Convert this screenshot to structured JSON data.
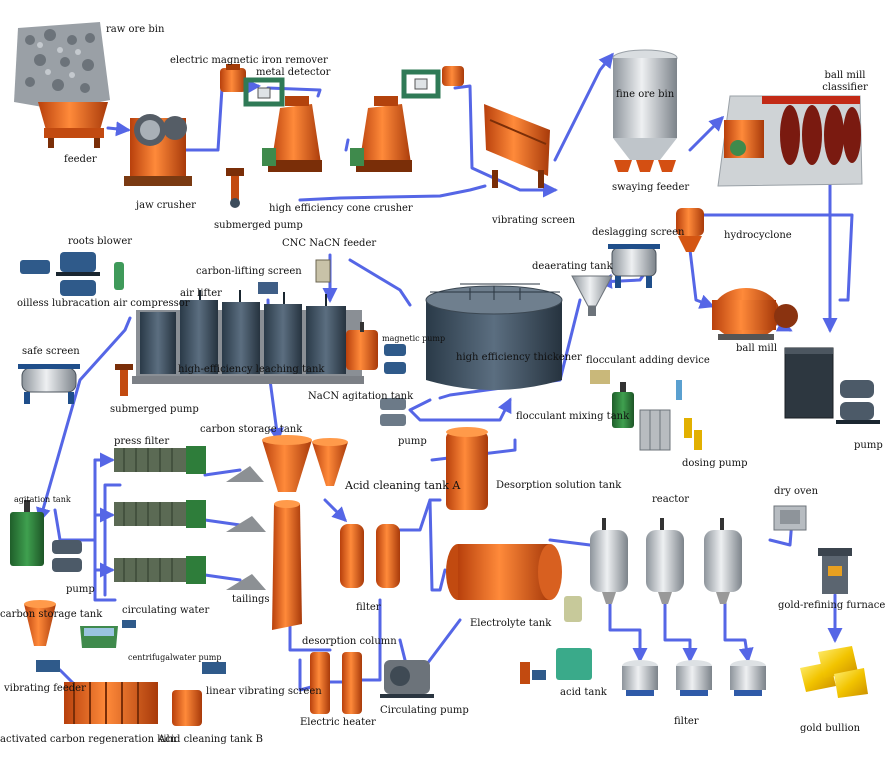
{
  "colors": {
    "pipe": "#5566e6",
    "pipe_light": "#9aa5f2",
    "equipment_orange": "#e8621c",
    "equipment_dark": "#3c4c5c",
    "green_frame": "#2e7d3a",
    "steel": "#c9ced4",
    "gold": "#f2c400"
  },
  "labels": {
    "raw_ore_bin": "raw ore bin",
    "feeder": "feeder",
    "jaw_crusher": "jaw crusher",
    "electric_magnetic_iron_remover": "electric magnetic iron remover",
    "metal_detector": "metal detector",
    "submerged_pump_top": "submerged pump",
    "high_efficiency_cone_crusher": "high efficiency cone crusher",
    "vibrating_screen": "vibrating screen",
    "fine_ore_bin": "fine ore bin",
    "swaying_feeder": "swaying feeder",
    "ball_mill_classifier": "ball mill\nclassifier",
    "hydrocyclone": "hydrocyclone",
    "deslagging_screen": "deslagging screen",
    "ball_mill": "ball mill",
    "pump_right": "pump",
    "roots_blower": "roots blower",
    "oilless_compressor": "oilless lubracation air compressor",
    "cnc_nacn_feeder": "CNC NaCN feeder",
    "carbon_lifting_screen": "carbon-lifting screen",
    "air_lifter": "air lifter",
    "high_efficiency_leaching_tank": "high-efficiency leaching tank",
    "magnetic_pump": "magnetic pump",
    "nacn_agitation_tank": "NaCN agitation tank",
    "deaerating_tank": "deaerating tank",
    "high_efficiency_thickener": "high efficiency thickener",
    "flocculant_adding_device": "flocculant adding device",
    "flocculant_mixing_tank": "flocculant mixing tank",
    "dosing_pump": "dosing pump",
    "pump_mid": "pump",
    "safe_screen": "safe screen",
    "submerged_pump_mid": "submerged pump",
    "carbon_storage_tank_top": "carbon storage tank",
    "press_filter": "press filter",
    "agitation_tank": "agitation tank",
    "pump_left": "pump",
    "circulating_water": "circulating water",
    "tailings": "tailings",
    "acid_cleaning_tank_a": "Acid cleaning tank A",
    "desorption_solution_tank": "Desorption solution tank",
    "filter_mid": "filter",
    "carbon_storage_tank_low": "carbon storage tank",
    "centrifugal_water_pump": "centrifugalwater pump",
    "vibrating_feeder": "vibrating feeder",
    "desorption_column": "desorption column",
    "electric_heater": "Electric heater",
    "circulating_pump": "Circulating pump",
    "linear_vibrating_screen": "linear vibrating screen",
    "activated_carbon_regeneration_kiln": "activated carbon regeneration kiln",
    "acid_cleaning_tank_b": "Acid cleaning tank B",
    "electrolyte_tank": "Electrolyte tank",
    "acid_tank": "acid tank",
    "reactor": "reactor",
    "filter_right": "filter",
    "dry_oven": "dry oven",
    "gold_refining_furnace": "gold-refining furnace",
    "gold_bullion": "gold bullion"
  }
}
